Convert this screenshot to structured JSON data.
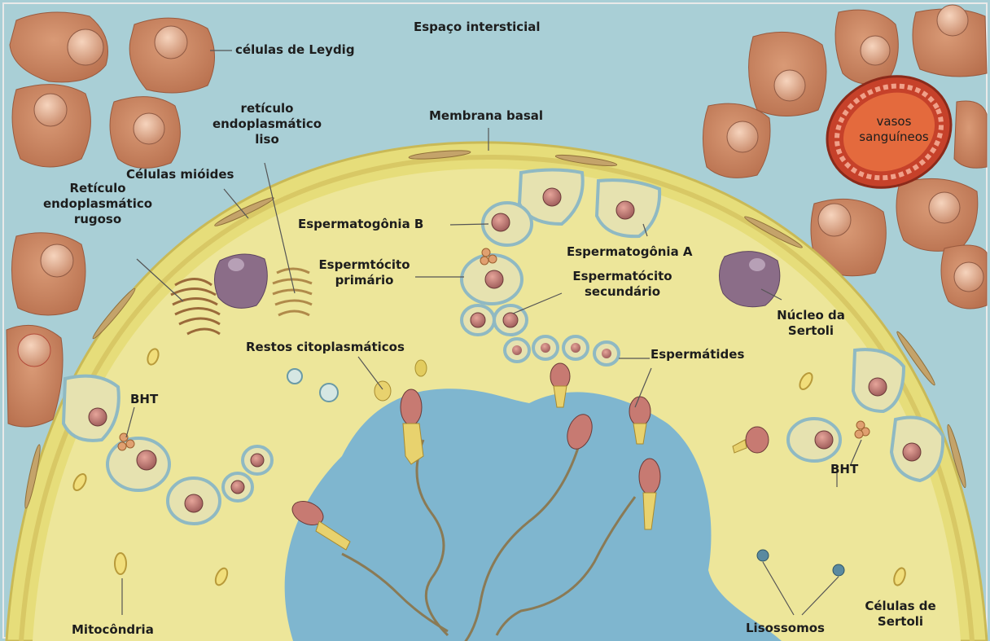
{
  "labels": {
    "espaco_intersticial": "Espaço intersticial",
    "celulas_leydig": "células de Leydig",
    "membrana_basal": "Membrana basal",
    "reticulo_liso": "retículo\nendoplasmático\nliso",
    "celulas_mioides": "Células mióides",
    "reticulo_rugoso": "Retículo\nendoplasmático\nrugoso",
    "espermatogonia_b": "Espermatogônia B",
    "espermatogonia_a": "Espermatogônia A",
    "espermatocito_primario": "Espermtócito\nprimário",
    "espermatocito_secundario": "Espermatócito\nsecundário",
    "vasos_sanguineos": "vasos\nsanguíneos",
    "nucleo_sertoli": "Núcleo da\nSertoli",
    "restos_citoplasmaticos": "Restos citoplasmáticos",
    "espermatides": "Espermátides",
    "bht_left": "BHT",
    "bht_right": "BHT",
    "mitocondria": "Mitocôndria",
    "lisossomos": "Lisossomos",
    "celulas_sertoli": "Células de\nSertoli"
  },
  "colors": {
    "interstitial": "#a9cfd6",
    "tubule_wall": "#e6dd7a",
    "tubule_fill": "#ede69a",
    "lumen": "#7fb6cf",
    "leydig_cell": "#c98361",
    "cell_nucleus": "#e8b08f",
    "germ_cell": "#e6e2b0",
    "germ_nucleus": "#b66e6a",
    "sertoli_nucleus": "#8b6d88",
    "blood_vessel": "#d7482b"
  }
}
